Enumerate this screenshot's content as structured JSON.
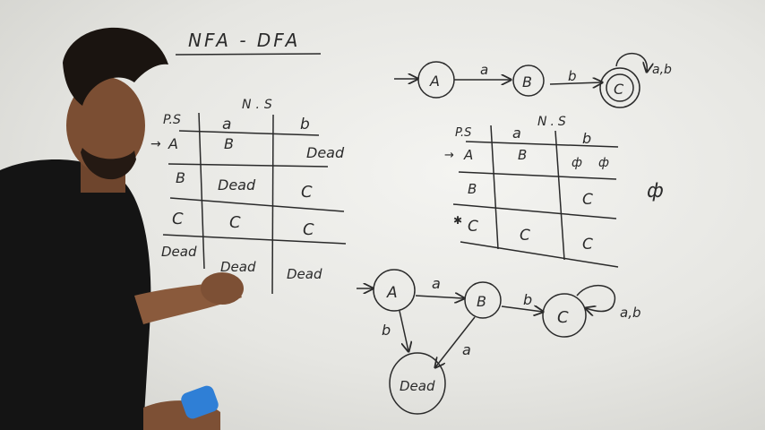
{
  "board": {
    "title": "NFA - DFA",
    "nfa": {
      "states": [
        "A",
        "B",
        "C"
      ],
      "edge_ab": "a",
      "edge_bc": "b",
      "loop_c": "a,b"
    },
    "table1": {
      "ns_header": "N.S",
      "ps_header": "P.S",
      "col_a": "a",
      "col_b": "b",
      "rows": [
        {
          "ps": "A",
          "a": "B",
          "b": "Dead"
        },
        {
          "ps": "B",
          "a": "Dead",
          "b": "C"
        },
        {
          "ps": "C",
          "a": "C",
          "b": "C"
        },
        {
          "ps": "Dead",
          "a": "Dead",
          "b": "Dead"
        }
      ]
    },
    "table2": {
      "ns_header": "N.S",
      "ps_header": "P.S",
      "col_a": "a",
      "col_b": "b",
      "rows": [
        {
          "ps": "A",
          "a": "B",
          "b": "ф"
        },
        {
          "ps": "B",
          "a": "",
          "b": "C"
        },
        {
          "ps": "C",
          "a": "C",
          "b": "C"
        }
      ],
      "phi_symbol": "ф"
    },
    "dfa": {
      "states": [
        "A",
        "B",
        "C",
        "Dead"
      ],
      "edge_ab": "a",
      "edge_bc": "b",
      "loop_c": "a,b",
      "edge_a_dead": "b",
      "edge_b_dead": "a"
    }
  }
}
